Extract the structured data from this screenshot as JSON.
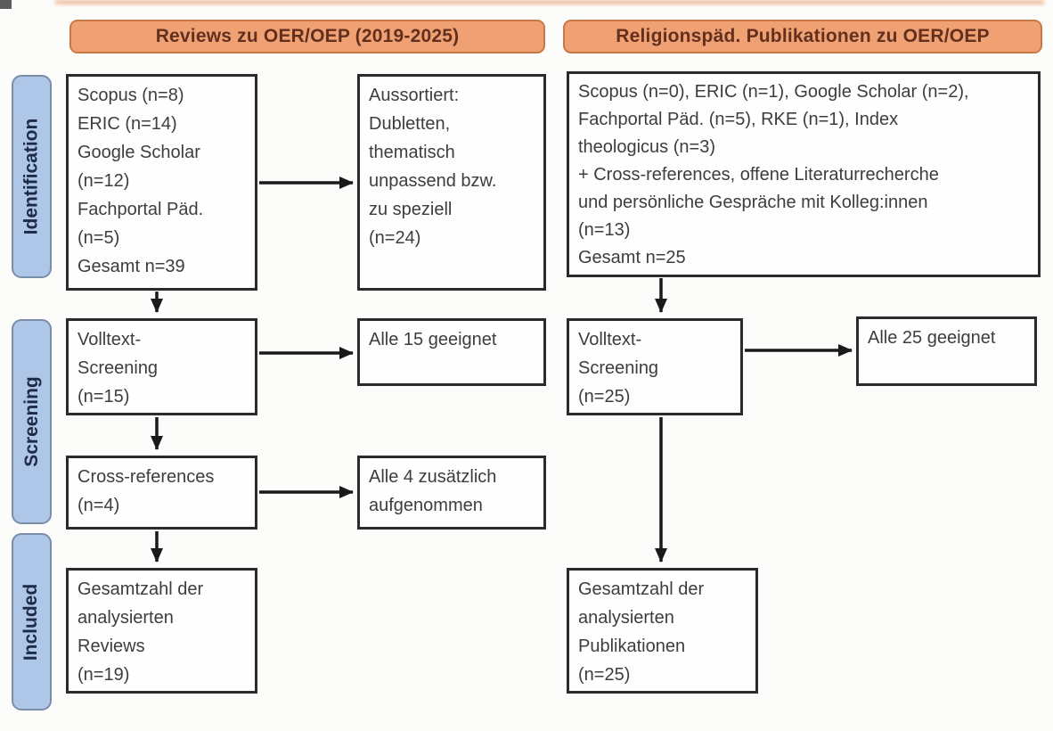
{
  "headers": {
    "left": "Reviews zu OER/OEP (2019-2025)",
    "right": "Religionspäd. Publikationen zu OER/OEP"
  },
  "stages": {
    "identification": "Identification",
    "screening": "Screening",
    "included": "Included"
  },
  "left_flow": {
    "sources": "Scopus (n=8)\nERIC (n=14)\nGoogle Scholar\n(n=12)\nFachportal Päd.\n(n=5)\nGesamt n=39",
    "excluded": "Aussortiert:\nDubletten,\nthematisch\nunpassend bzw.\nzu speziell\n(n=24)",
    "fulltext": "Volltext-\nScreening\n(n=15)",
    "fulltext_result": "Alle 15 geeignet",
    "crossref": "Cross-references\n(n=4)",
    "crossref_result": "Alle 4 zusätzlich\naufgenommen",
    "included": "Gesamtzahl der\nanalysierten\nReviews\n(n=19)"
  },
  "right_flow": {
    "sources": "Scopus (n=0), ERIC (n=1), Google Scholar (n=2),\nFachportal Päd. (n=5), RKE (n=1), Index\ntheologicus (n=3)\n+ Cross-references, offene Literaturrecherche\nund persönliche Gespräche mit Kolleg:innen\n(n=13)\nGesamt n=25",
    "fulltext": "Volltext-\nScreening\n(n=25)",
    "fulltext_result": "Alle 25 geeignet",
    "included": "Gesamtzahl der\nanalysierten\nPublikationen\n(n=25)"
  },
  "colors": {
    "header_fill": "#f0a173",
    "header_border": "#c97948",
    "header_text": "#63301e",
    "pill_fill": "#aec6e8",
    "pill_border": "#7b8ea8",
    "pill_text": "#1e2b47",
    "box_border": "#2b2b2b",
    "box_text": "#3d3d3d",
    "arrow": "#1a1a1a"
  }
}
